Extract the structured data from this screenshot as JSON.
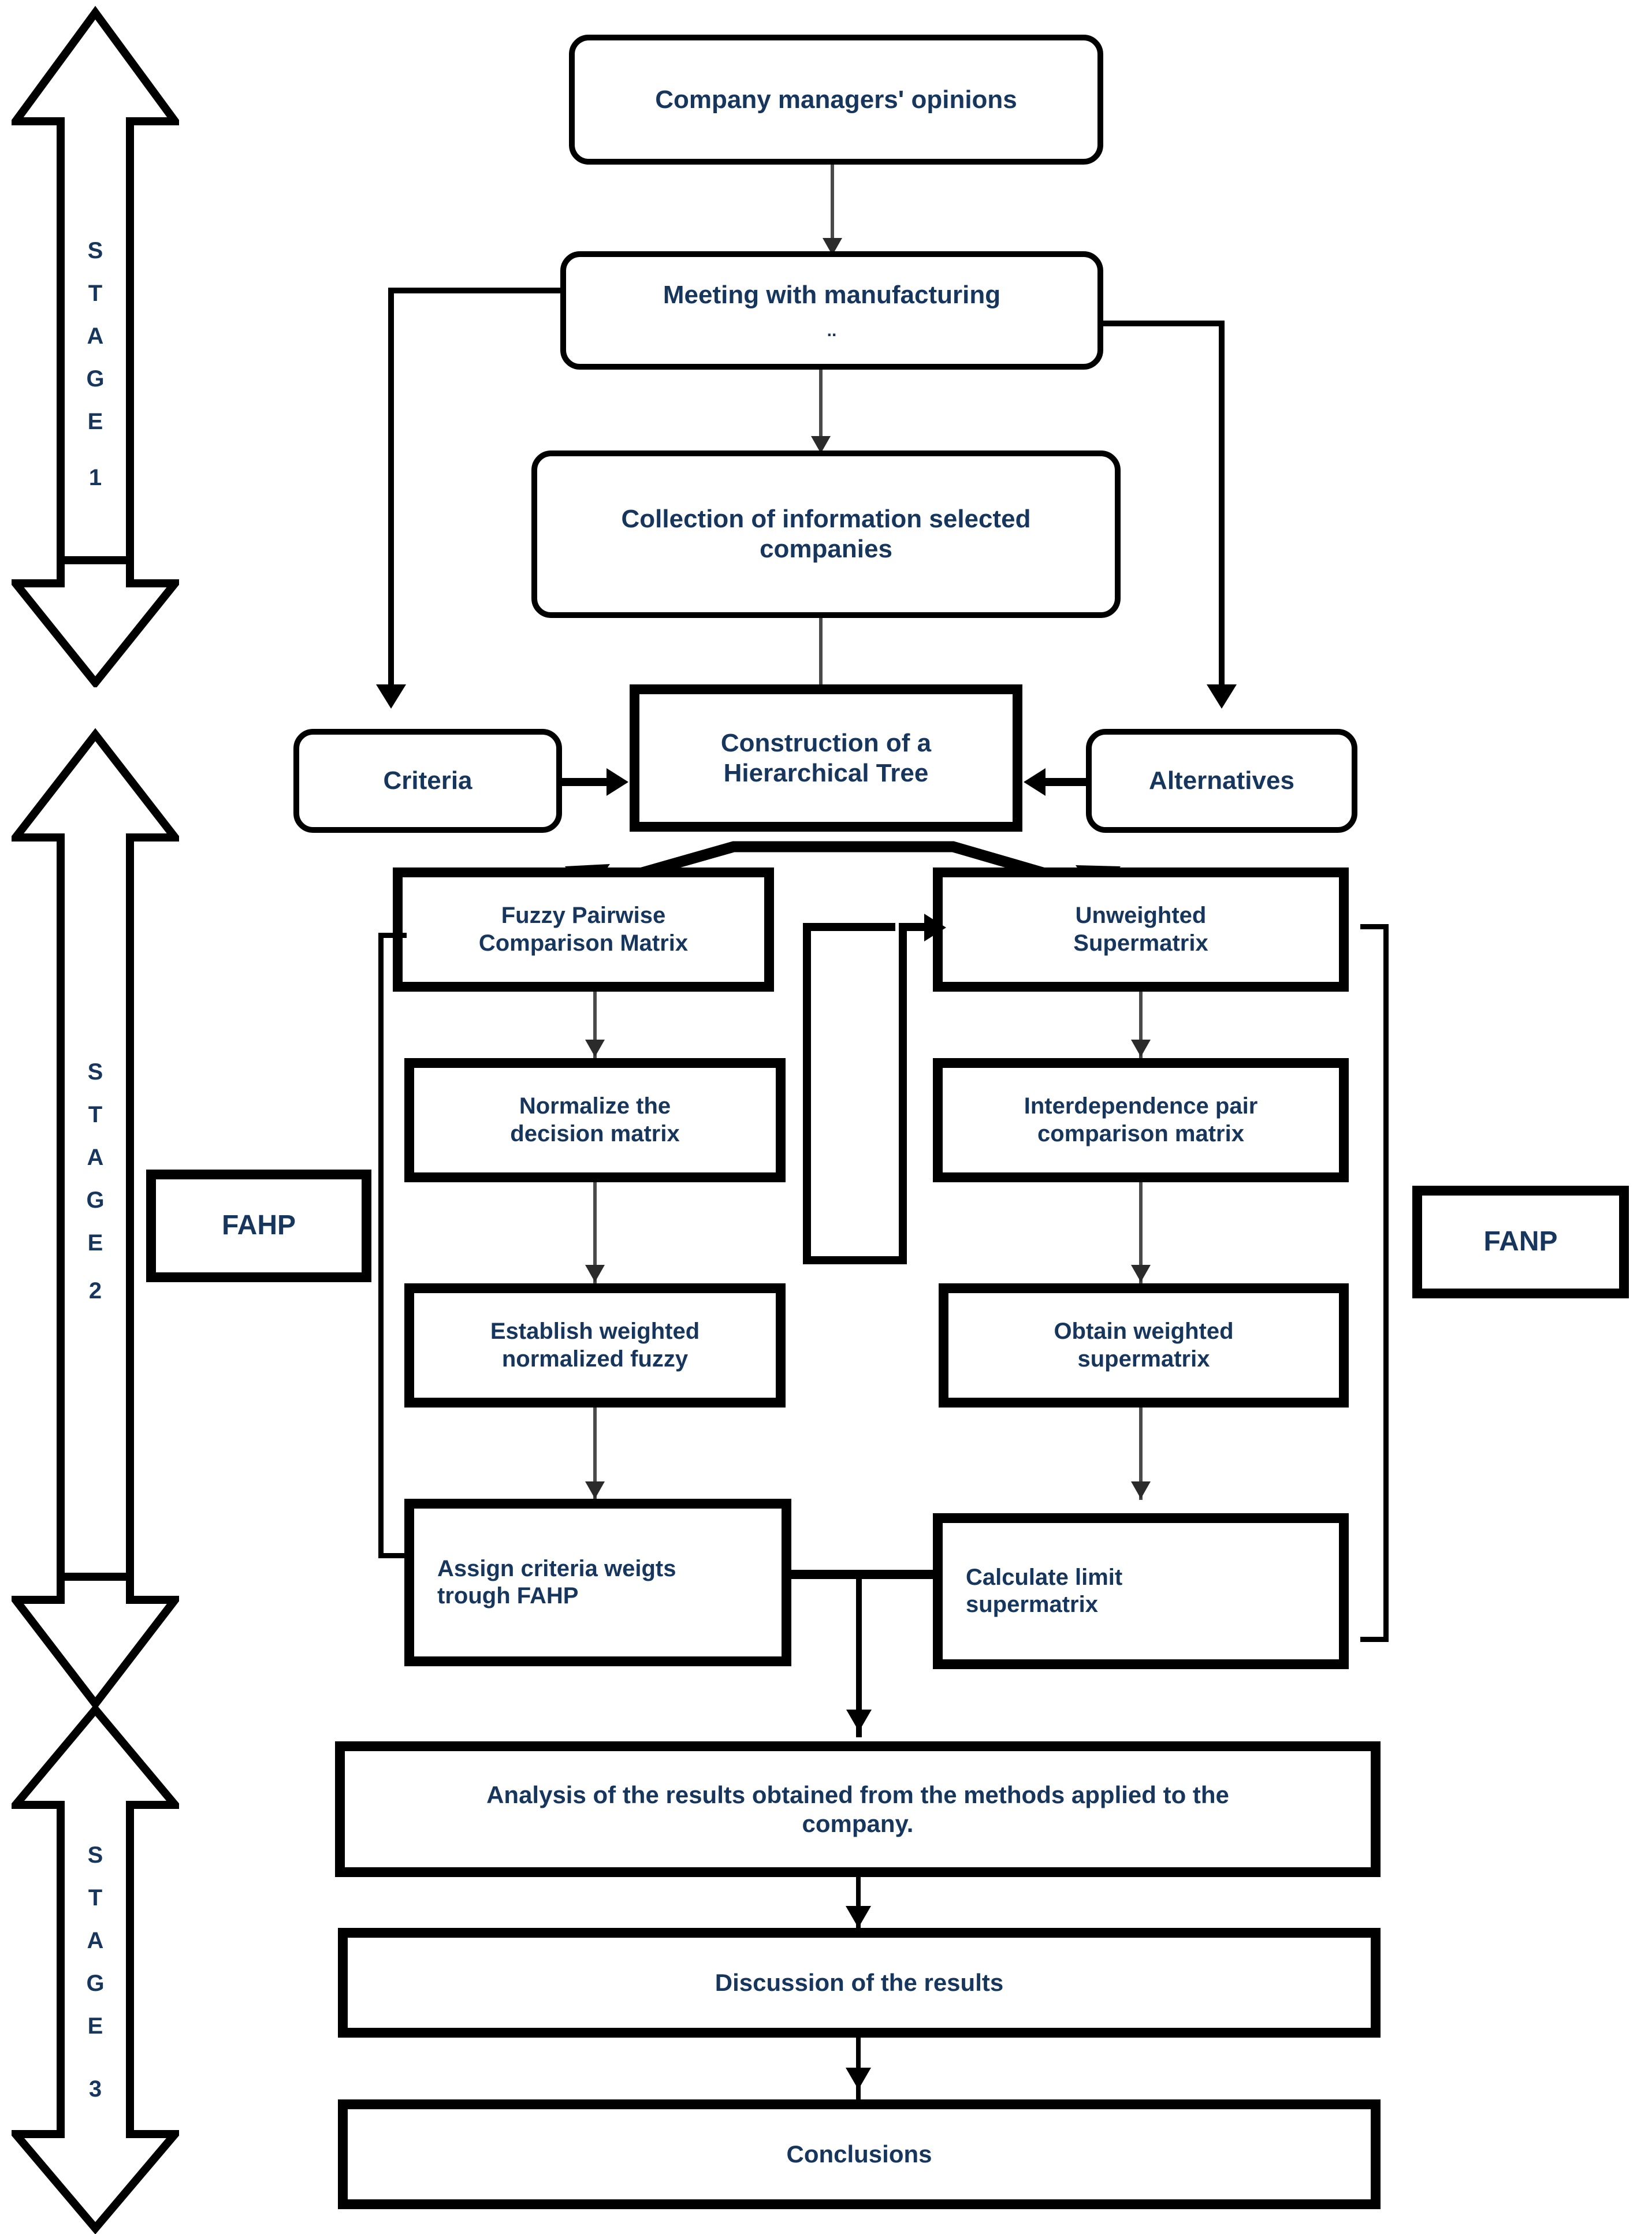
{
  "diagram": {
    "title": "Research methodology flowchart (FAHP / FANP)",
    "accent_text_color": "#17365d",
    "line_color": "#000000"
  },
  "stages": [
    {
      "name": "stage-1",
      "letters": [
        "S",
        "T",
        "A",
        "G",
        "E",
        "1"
      ],
      "label": "STAGE 1",
      "double_headed": false
    },
    {
      "name": "stage-2",
      "letters": [
        "S",
        "T",
        "A",
        "G",
        "E",
        "2"
      ],
      "label": "STAGE 2",
      "double_headed": false
    },
    {
      "name": "stage-3",
      "letters": [
        "S",
        "T",
        "A",
        "G",
        "E",
        "3"
      ],
      "label": "STAGE 3",
      "double_headed": true
    }
  ],
  "nodes": {
    "company_managers": "Company managers' opinions",
    "meeting": "Meeting with manufacturing",
    "meeting_clipped": "..",
    "collection": "Collection of information selected\ncompanies",
    "criteria": "Criteria",
    "hierarchical_tree": "Construction of a\nHierarchical Tree",
    "alternatives": "Alternatives",
    "fuzzy_pairwise": "Fuzzy Pairwise\nComparison Matrix",
    "unweighted_supermatrix": "Unweighted\nSupermatrix",
    "normalize_decision": "Normalize the\ndecision matrix",
    "interdependence_pair": "Interdependence pair\ncomparison matrix",
    "establish_weighted": "Establish weighted\nnormalized fuzzy",
    "obtain_weighted": "Obtain weighted\nsupermatrix",
    "assign_criteria": "Assign criteria weigts\ntrough FAHP",
    "calculate_limit": "Calculate limit\nsupermatrix",
    "fahp": "FAHP",
    "fanp": "FANP",
    "analysis": "Analysis of the results obtained from the methods applied to the\ncompany.",
    "discussion": "Discussion of the results",
    "conclusions": "Conclusions"
  }
}
